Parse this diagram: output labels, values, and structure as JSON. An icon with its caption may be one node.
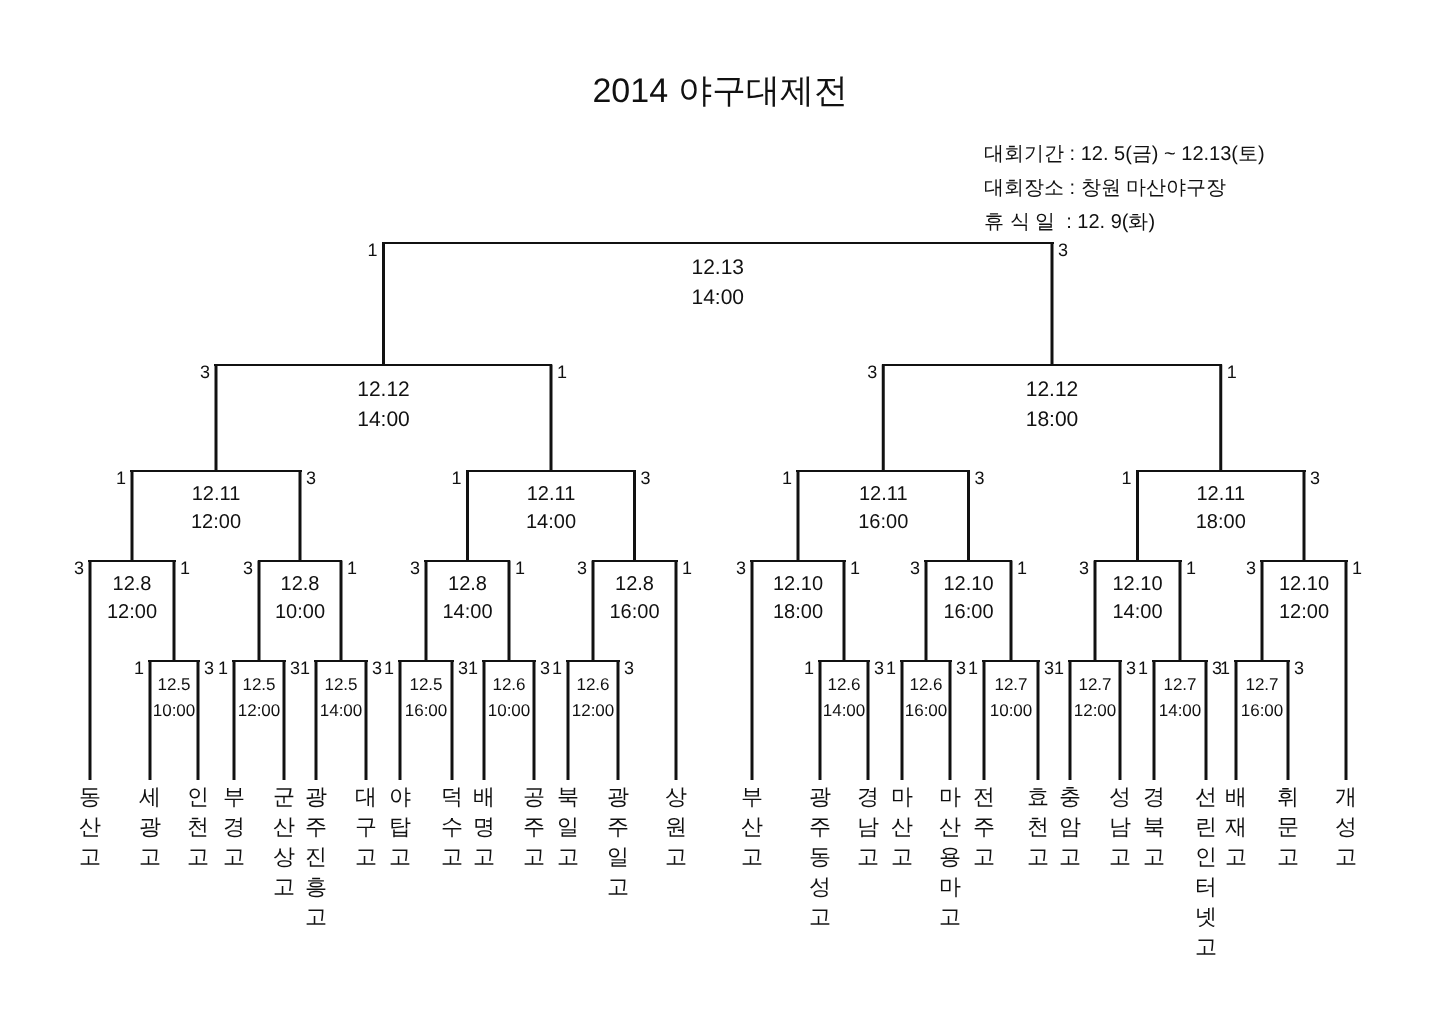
{
  "diagram": {
    "title": "2014 야구대제전",
    "nodes": [
      {
        "text": [
          "12.13",
          "14:00"
        ]
      },
      {
        "text": [
          "12.12",
          "14:00"
        ]
      },
      {
        "text": [
          "12.12",
          "18:00"
        ]
      },
      {
        "text": [
          "12.11",
          "12:00"
        ]
      },
      {
        "text": [
          "12.11",
          "14:00"
        ]
      },
      {
        "text": [
          "12.11",
          "16:00"
        ]
      },
      {
        "text": [
          "12.11",
          "18:00"
        ]
      },
      {
        "text": [
          "12.8",
          "12:00"
        ]
      },
      {
        "text": [
          "12.8",
          "10:00"
        ]
      },
      {
        "text": [
          "12.8",
          "14:00"
        ]
      },
      {
        "text": [
          "12.8",
          "16:00"
        ]
      },
      {
        "text": [
          "12.10",
          "18:00"
        ]
      },
      {
        "text": [
          "12.10",
          "16:00"
        ]
      },
      {
        "text": [
          "12.10",
          "14:00"
        ]
      },
      {
        "text": [
          "12.10",
          "12:00"
        ]
      },
      {
        "text": [
          "12.5",
          "10:00"
        ]
      },
      {
        "text": [
          "12.5",
          "12:00"
        ]
      },
      {
        "text": [
          "12.5",
          "14:00"
        ]
      },
      {
        "text": [
          "12.5",
          "16:00"
        ]
      },
      {
        "text": [
          "12.6",
          "10:00"
        ]
      },
      {
        "text": [
          "12.6",
          "12:00"
        ]
      },
      {
        "text": [
          "12.6",
          "14:00"
        ]
      },
      {
        "text": [
          "12.6",
          "16:00"
        ]
      },
      {
        "text": [
          "12.7",
          "10:00"
        ]
      },
      {
        "text": [
          "12.7",
          "12:00"
        ]
      },
      {
        "text": [
          "12.7",
          "14:00"
        ]
      },
      {
        "text": [
          "12.7",
          "16:00"
        ]
      },
      {
        "text": [
          "동산고"
        ]
      },
      {
        "text": [
          "세광고"
        ]
      },
      {
        "text": [
          "인천고"
        ]
      },
      {
        "text": [
          "부경고"
        ]
      },
      {
        "text": [
          "군산상고"
        ]
      },
      {
        "text": [
          "광주진흥고"
        ]
      },
      {
        "text": [
          "대구고"
        ]
      },
      {
        "text": [
          "야탑고"
        ]
      },
      {
        "text": [
          "덕수고"
        ]
      },
      {
        "text": [
          "배명고"
        ]
      },
      {
        "text": [
          "공주고"
        ]
      },
      {
        "text": [
          "북일고"
        ]
      },
      {
        "text": [
          "광주일고"
        ]
      },
      {
        "text": [
          "상원고"
        ]
      },
      {
        "text": [
          "부산고"
        ]
      },
      {
        "text": [
          "광주동성고"
        ]
      },
      {
        "text": [
          "경남고"
        ]
      },
      {
        "text": [
          "마산고"
        ]
      },
      {
        "text": [
          "마산용마고"
        ]
      },
      {
        "text": [
          "전주고"
        ]
      },
      {
        "text": [
          "효천고"
        ]
      },
      {
        "text": [
          "충암고"
        ]
      },
      {
        "text": [
          "성남고"
        ]
      },
      {
        "text": [
          "경북고"
        ]
      },
      {
        "text": [
          "선린인터넷고"
        ]
      },
      {
        "text": [
          "배재고"
        ]
      },
      {
        "text": [
          "휘문고"
        ]
      },
      {
        "text": [
          "개성고"
        ]
      }
    ],
    "edges": [
      {
        "from": 1,
        "to": 0,
        "arrow": "none",
        "label": "1"
      },
      {
        "from": 2,
        "to": 0,
        "arrow": "none",
        "label": "3"
      },
      {
        "from": 3,
        "to": 1,
        "arrow": "none",
        "label": "3"
      },
      {
        "from": 4,
        "to": 1,
        "arrow": "none",
        "label": "1"
      },
      {
        "from": 5,
        "to": 2,
        "arrow": "none",
        "label": "3"
      },
      {
        "from": 6,
        "to": 2,
        "arrow": "none",
        "label": "1"
      },
      {
        "from": 7,
        "to": 3,
        "arrow": "none",
        "label": "1"
      },
      {
        "from": 8,
        "to": 3,
        "arrow": "none",
        "label": "3"
      },
      {
        "from": 9,
        "to": 4,
        "arrow": "none",
        "label": "1"
      },
      {
        "from": 10,
        "to": 4,
        "arrow": "none",
        "label": "3"
      },
      {
        "from": 11,
        "to": 5,
        "arrow": "none",
        "label": "1"
      },
      {
        "from": 12,
        "to": 5,
        "arrow": "none",
        "label": "3"
      },
      {
        "from": 13,
        "to": 6,
        "arrow": "none",
        "label": "1"
      },
      {
        "from": 14,
        "to": 6,
        "arrow": "none",
        "label": "3"
      },
      {
        "from": 27,
        "to": 7,
        "arrow": "none",
        "label": "3"
      },
      {
        "from": 15,
        "to": 7,
        "arrow": "none",
        "label": "1"
      },
      {
        "from": 16,
        "to": 8,
        "arrow": "none",
        "label": "3"
      },
      {
        "from": 17,
        "to": 8,
        "arrow": "none",
        "label": "1"
      },
      {
        "from": 18,
        "to": 9,
        "arrow": "none",
        "label": "3"
      },
      {
        "from": 19,
        "to": 9,
        "arrow": "none",
        "label": "1"
      },
      {
        "from": 20,
        "to": 10,
        "arrow": "none",
        "label": "3"
      },
      {
        "from": 40,
        "to": 10,
        "arrow": "none",
        "label": "1"
      },
      {
        "from": 41,
        "to": 11,
        "arrow": "none",
        "label": "3"
      },
      {
        "from": 21,
        "to": 11,
        "arrow": "none",
        "label": "1"
      },
      {
        "from": 22,
        "to": 12,
        "arrow": "none",
        "label": "3"
      },
      {
        "from": 23,
        "to": 12,
        "arrow": "none",
        "label": "1"
      },
      {
        "from": 24,
        "to": 13,
        "arrow": "none",
        "label": "3"
      },
      {
        "from": 25,
        "to": 13,
        "arrow": "none",
        "label": "1"
      },
      {
        "from": 26,
        "to": 14,
        "arrow": "none",
        "label": "3"
      },
      {
        "from": 54,
        "to": 14,
        "arrow": "none",
        "label": "1"
      },
      {
        "from": 28,
        "to": 15,
        "arrow": "none",
        "label": "1"
      },
      {
        "from": 29,
        "to": 15,
        "arrow": "none",
        "label": "3"
      },
      {
        "from": 30,
        "to": 16,
        "arrow": "none",
        "label": "1"
      },
      {
        "from": 31,
        "to": 16,
        "arrow": "none",
        "label": "3"
      },
      {
        "from": 32,
        "to": 17,
        "arrow": "none",
        "label": "1"
      },
      {
        "from": 33,
        "to": 17,
        "arrow": "none",
        "label": "3"
      },
      {
        "from": 34,
        "to": 18,
        "arrow": "none",
        "label": "1"
      },
      {
        "from": 35,
        "to": 18,
        "arrow": "none",
        "label": "3"
      },
      {
        "from": 36,
        "to": 19,
        "arrow": "none",
        "label": "1"
      },
      {
        "from": 37,
        "to": 19,
        "arrow": "none",
        "label": "3"
      },
      {
        "from": 38,
        "to": 20,
        "arrow": "none",
        "label": "1"
      },
      {
        "from": 39,
        "to": 20,
        "arrow": "none",
        "label": "3"
      },
      {
        "from": 42,
        "to": 21,
        "arrow": "none",
        "label": "1"
      },
      {
        "from": 43,
        "to": 21,
        "arrow": "none",
        "label": "3"
      },
      {
        "from": 44,
        "to": 22,
        "arrow": "none",
        "label": "1"
      },
      {
        "from": 45,
        "to": 22,
        "arrow": "none",
        "label": "3"
      },
      {
        "from": 46,
        "to": 23,
        "arrow": "none",
        "label": "1"
      },
      {
        "from": 47,
        "to": 23,
        "arrow": "none",
        "label": "3"
      },
      {
        "from": 48,
        "to": 24,
        "arrow": "none",
        "label": "1"
      },
      {
        "from": 49,
        "to": 24,
        "arrow": "none",
        "label": "3"
      },
      {
        "from": 50,
        "to": 25,
        "arrow": "none",
        "label": "1"
      },
      {
        "from": 51,
        "to": 25,
        "arrow": "none",
        "label": "3"
      },
      {
        "from": 52,
        "to": 26,
        "arrow": "none",
        "label": "1"
      },
      {
        "from": 53,
        "to": 26,
        "arrow": "none",
        "label": "3"
      }
    ],
    "labels": [
      "대회기간 : 12. 5(금) ~ 12.13(토)",
      "대회장소 : 창원 마산야구장",
      "휴 식 일  : 12. 9(화)"
    ]
  }
}
